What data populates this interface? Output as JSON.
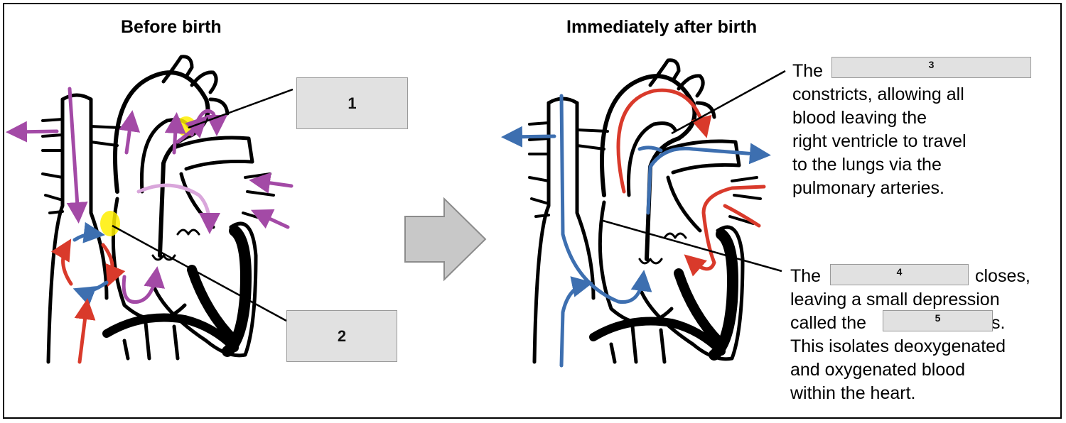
{
  "colors": {
    "oxygenated": "#d93a2b",
    "deoxygenated": "#3d6fb0",
    "mixed": "#a34aa6",
    "highlight": "#ffee00",
    "label_box_fill": "#e1e1e1",
    "label_box_border": "#9a9a9a",
    "arrow_fill": "#c8c8c8"
  },
  "panels": {
    "before": {
      "title": "Before birth"
    },
    "after": {
      "title": "Immediately after birth"
    }
  },
  "labels": {
    "box1": "1",
    "box2": "2",
    "box3": "3",
    "box4": "4",
    "box5": "5"
  },
  "captions": {
    "top": {
      "lines": [
        "The",
        "constricts, allowing all",
        "blood leaving the",
        "right ventricle to travel",
        "to the lungs via the",
        "pulmonary arteries."
      ]
    },
    "bottom": {
      "line1_prefix": "The",
      "line1_suffix": "closes,",
      "line2": "leaving a small depression",
      "line3_prefix": "called the",
      "line3_suffix": "s.",
      "lines_rest": [
        "This isolates deoxygenated",
        "and oxygenated blood",
        "within the heart."
      ]
    }
  },
  "icons": {
    "transition": "right-arrow-icon"
  }
}
